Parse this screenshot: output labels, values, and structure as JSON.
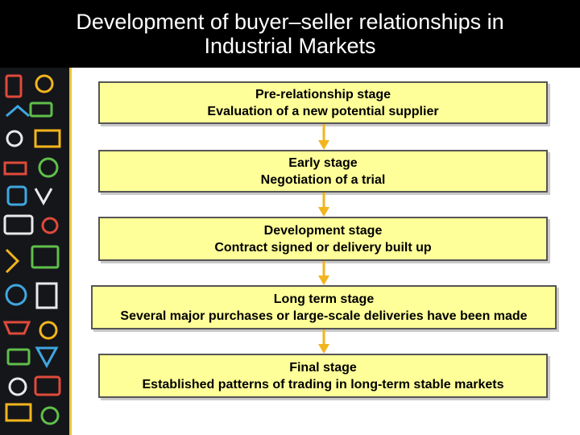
{
  "title": {
    "line1": "Development of buyer–seller relationships in",
    "line2": "Industrial Markets"
  },
  "colors": {
    "box_fill": "#ffff99",
    "arrow": "#f2b51d",
    "title_bg": "#000000"
  },
  "stages": [
    {
      "name": "Pre-relationship stage",
      "description": "Evaluation of a new potential supplier"
    },
    {
      "name": "Early stage",
      "description": "Negotiation of a trial"
    },
    {
      "name": "Development stage",
      "description": "Contract signed or delivery built up"
    },
    {
      "name": "Long term stage",
      "description": "Several major purchases or large-scale deliveries have been made"
    },
    {
      "name": "Final stage",
      "description": "Established patterns of trading in long-term stable markets"
    }
  ]
}
